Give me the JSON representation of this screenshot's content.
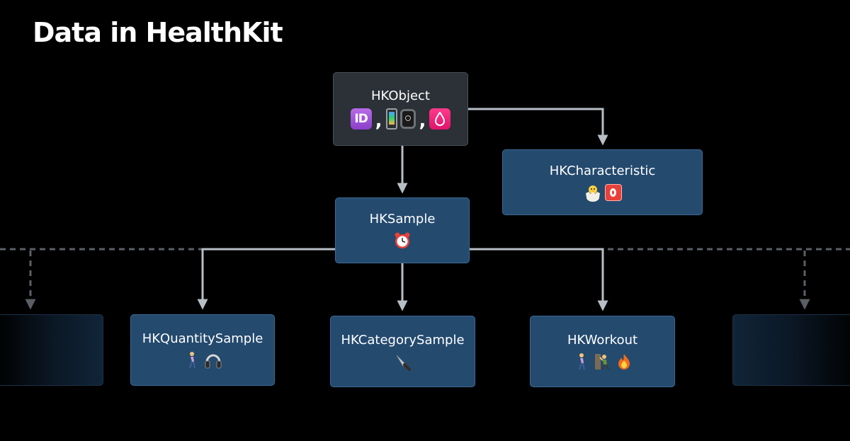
{
  "slide": {
    "title": "Data in HealthKit"
  },
  "nodes": {
    "object": {
      "label": "HKObject",
      "icons": [
        "id-badge-icon",
        "iphone-icon",
        "apple-watch-icon",
        "blood-drop-icon"
      ],
      "separator": ","
    },
    "characteristic": {
      "label": "HKCharacteristic",
      "icons": [
        "hatching-chick-icon",
        "blood-type-o-icon"
      ]
    },
    "sample": {
      "label": "HKSample",
      "icons": [
        "alarm-clock-icon"
      ]
    },
    "quantity_sample": {
      "label": "HKQuantitySample",
      "icons": [
        "walking-person-icon",
        "headphones-icon"
      ]
    },
    "category_sample": {
      "label": "HKCategorySample",
      "icons": [
        "knife-icon"
      ]
    },
    "workout": {
      "label": "HKWorkout",
      "icons": [
        "walking-person-icon",
        "climbing-person-icon",
        "fire-icon"
      ]
    }
  },
  "colors": {
    "background": "#000000",
    "object_box": "#2b3137",
    "blue_box": "#244a6e",
    "blue_border": "#3b6a96",
    "connector": "#b7bec6",
    "dashed_line": "#5a5f66"
  }
}
